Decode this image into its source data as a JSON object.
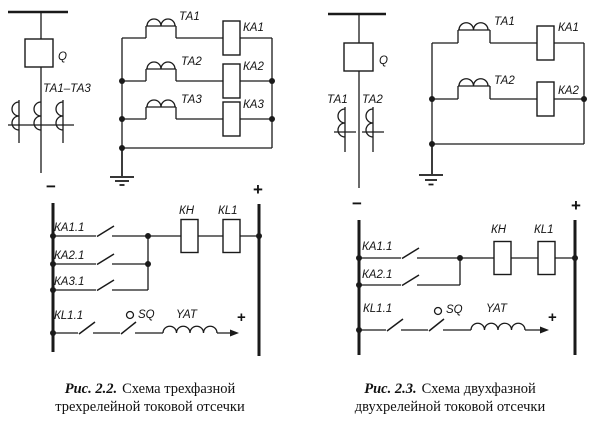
{
  "palette": {
    "ink": "#1a1a1a",
    "paper": "#ffffff"
  },
  "fig22": {
    "feeder": {
      "breaker": "Q",
      "ct_group": "ТА1–ТА3"
    },
    "branches": [
      {
        "ct": "ТА1",
        "relay": "КА1"
      },
      {
        "ct": "ТА2",
        "relay": "КА2"
      },
      {
        "ct": "ТА3",
        "relay": "КА3"
      }
    ],
    "dc": {
      "minus": "−",
      "plus": "+",
      "contacts": [
        "КА1.1",
        "КА2.1",
        "КА3.1"
      ],
      "flag_relay": "КН",
      "output_relay": "КL1",
      "latch_contact": "КL1.1",
      "breaker_switch": "SQ",
      "trip_coil": "YAT",
      "coil_plus": "+"
    },
    "caption": {
      "ref": "Рис. 2.2.",
      "title": "Схема трехфазной",
      "title2": "трехрелейной токовой отсечки"
    }
  },
  "fig23": {
    "feeder": {
      "breaker": "Q",
      "ct_labels": [
        "ТА1",
        "ТА2"
      ]
    },
    "branches": [
      {
        "ct": "ТА1",
        "relay": "КА1"
      },
      {
        "ct": "ТА2",
        "relay": "КА2"
      }
    ],
    "dc": {
      "minus": "−",
      "plus": "+",
      "contacts": [
        "КА1.1",
        "КА2.1"
      ],
      "flag_relay": "КН",
      "output_relay": "КL1",
      "latch_contact": "КL1.1",
      "breaker_switch": "SQ",
      "trip_coil": "YAT",
      "coil_plus": "+"
    },
    "caption": {
      "ref": "Рис. 2.3.",
      "title": "Схема двухфазной",
      "title2": "двухрелейной токовой отсечки"
    }
  }
}
